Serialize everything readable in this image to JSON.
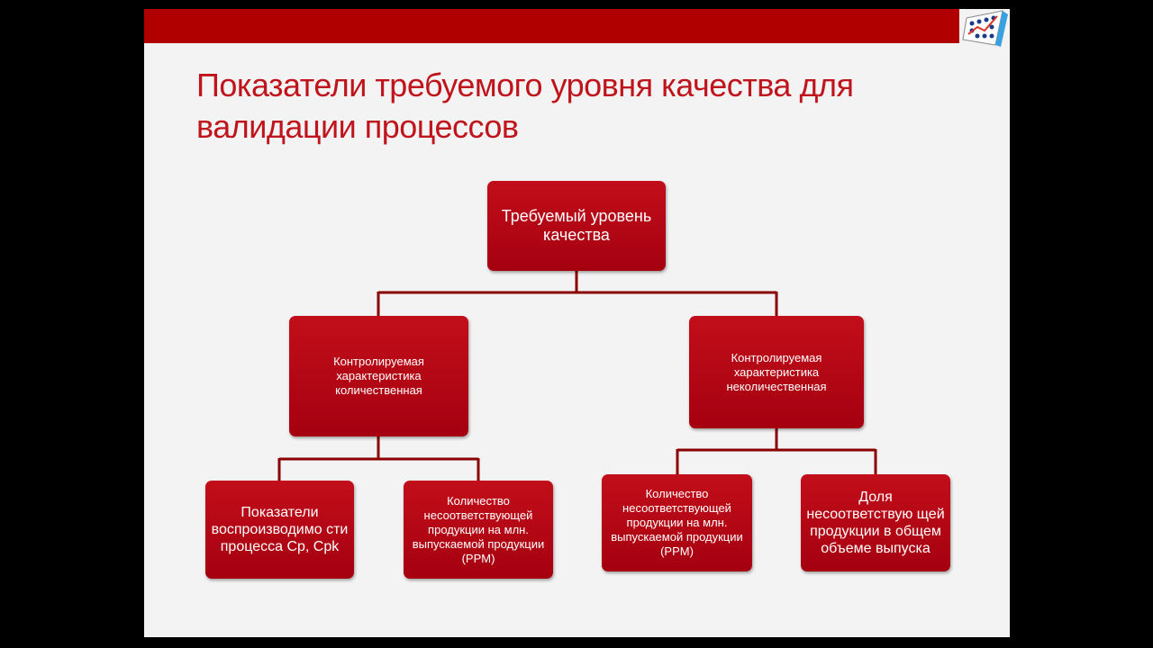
{
  "title": "Показатели требуемого уровня качества для валидации процессов",
  "logo_icon": "chart-logo-icon",
  "colors": {
    "accent": "#b00000",
    "box": "#b5101a",
    "line": "#8b0000"
  },
  "nodes": {
    "root": "Требуемый уровень качества",
    "left": "Контролируемая характеристика количественная",
    "right": "Контролируемая характеристика неколичественная",
    "left_a": "Показатели воспроизводимо сти процесса Cp, Cpk",
    "left_b": "Количество несоответствующей продукции на млн. выпускаемой продукции (PPM)",
    "right_a": "Количество несоответствующей продукции на млн. выпускаемой продукции (PPM)",
    "right_b": "Доля несоответствую щей продукции в общем объеме выпуска"
  }
}
